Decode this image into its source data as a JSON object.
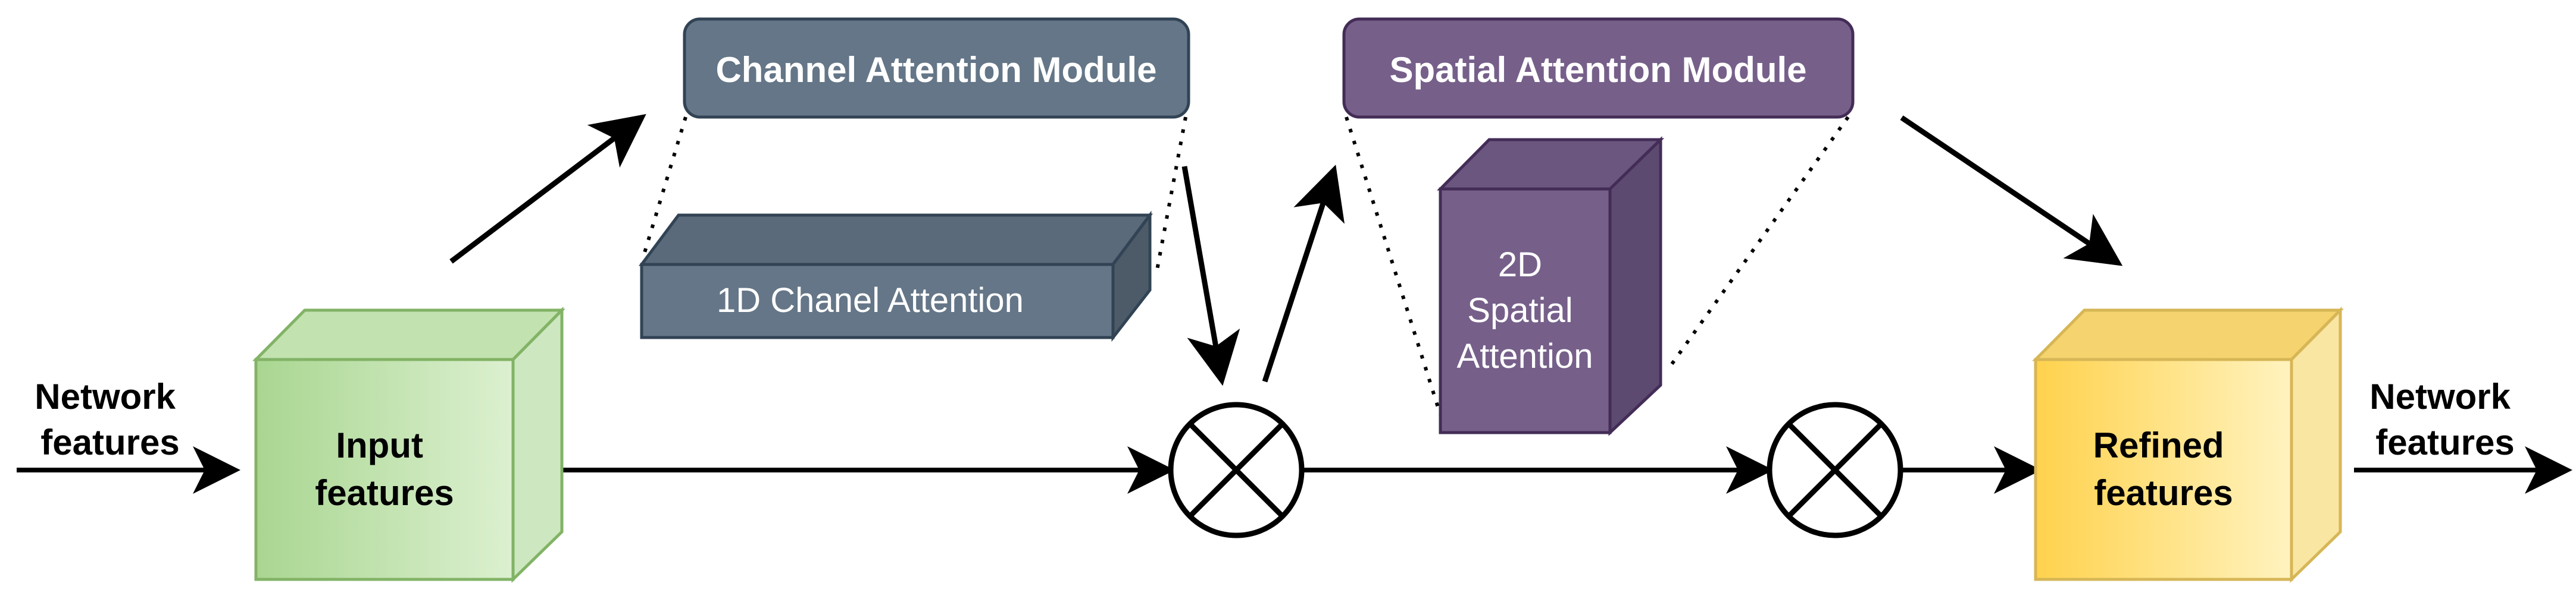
{
  "diagram": {
    "input_label": [
      "Network",
      "features"
    ],
    "output_label": [
      "Network",
      "features"
    ],
    "input_features": [
      "Input",
      "features"
    ],
    "refined_features": [
      "Refined",
      "features"
    ],
    "channel_module": "Channel Attention Module",
    "spatial_module": "Spatial Attention Module",
    "channel_attention": "1D Chanel Attention",
    "spatial_attention": [
      "2D",
      "Spatial",
      "Attention"
    ]
  },
  "colors": {
    "green_front": "#b5dca0",
    "green_light": "#d9eecd",
    "green_dark": "#8fc276",
    "green_stroke": "#82b366",
    "slate_fill": "#647687",
    "slate_dark": "#4d5b69",
    "slate_stroke": "#314354",
    "purple_fill": "#76608a",
    "purple_dark": "#5d4a70",
    "purple_stroke": "#432d57",
    "yellow_front": "#ffd966",
    "yellow_light": "#fff0b3",
    "yellow_dark": "#f0ca5a",
    "yellow_stroke": "#d6b656",
    "line": "#000000"
  }
}
